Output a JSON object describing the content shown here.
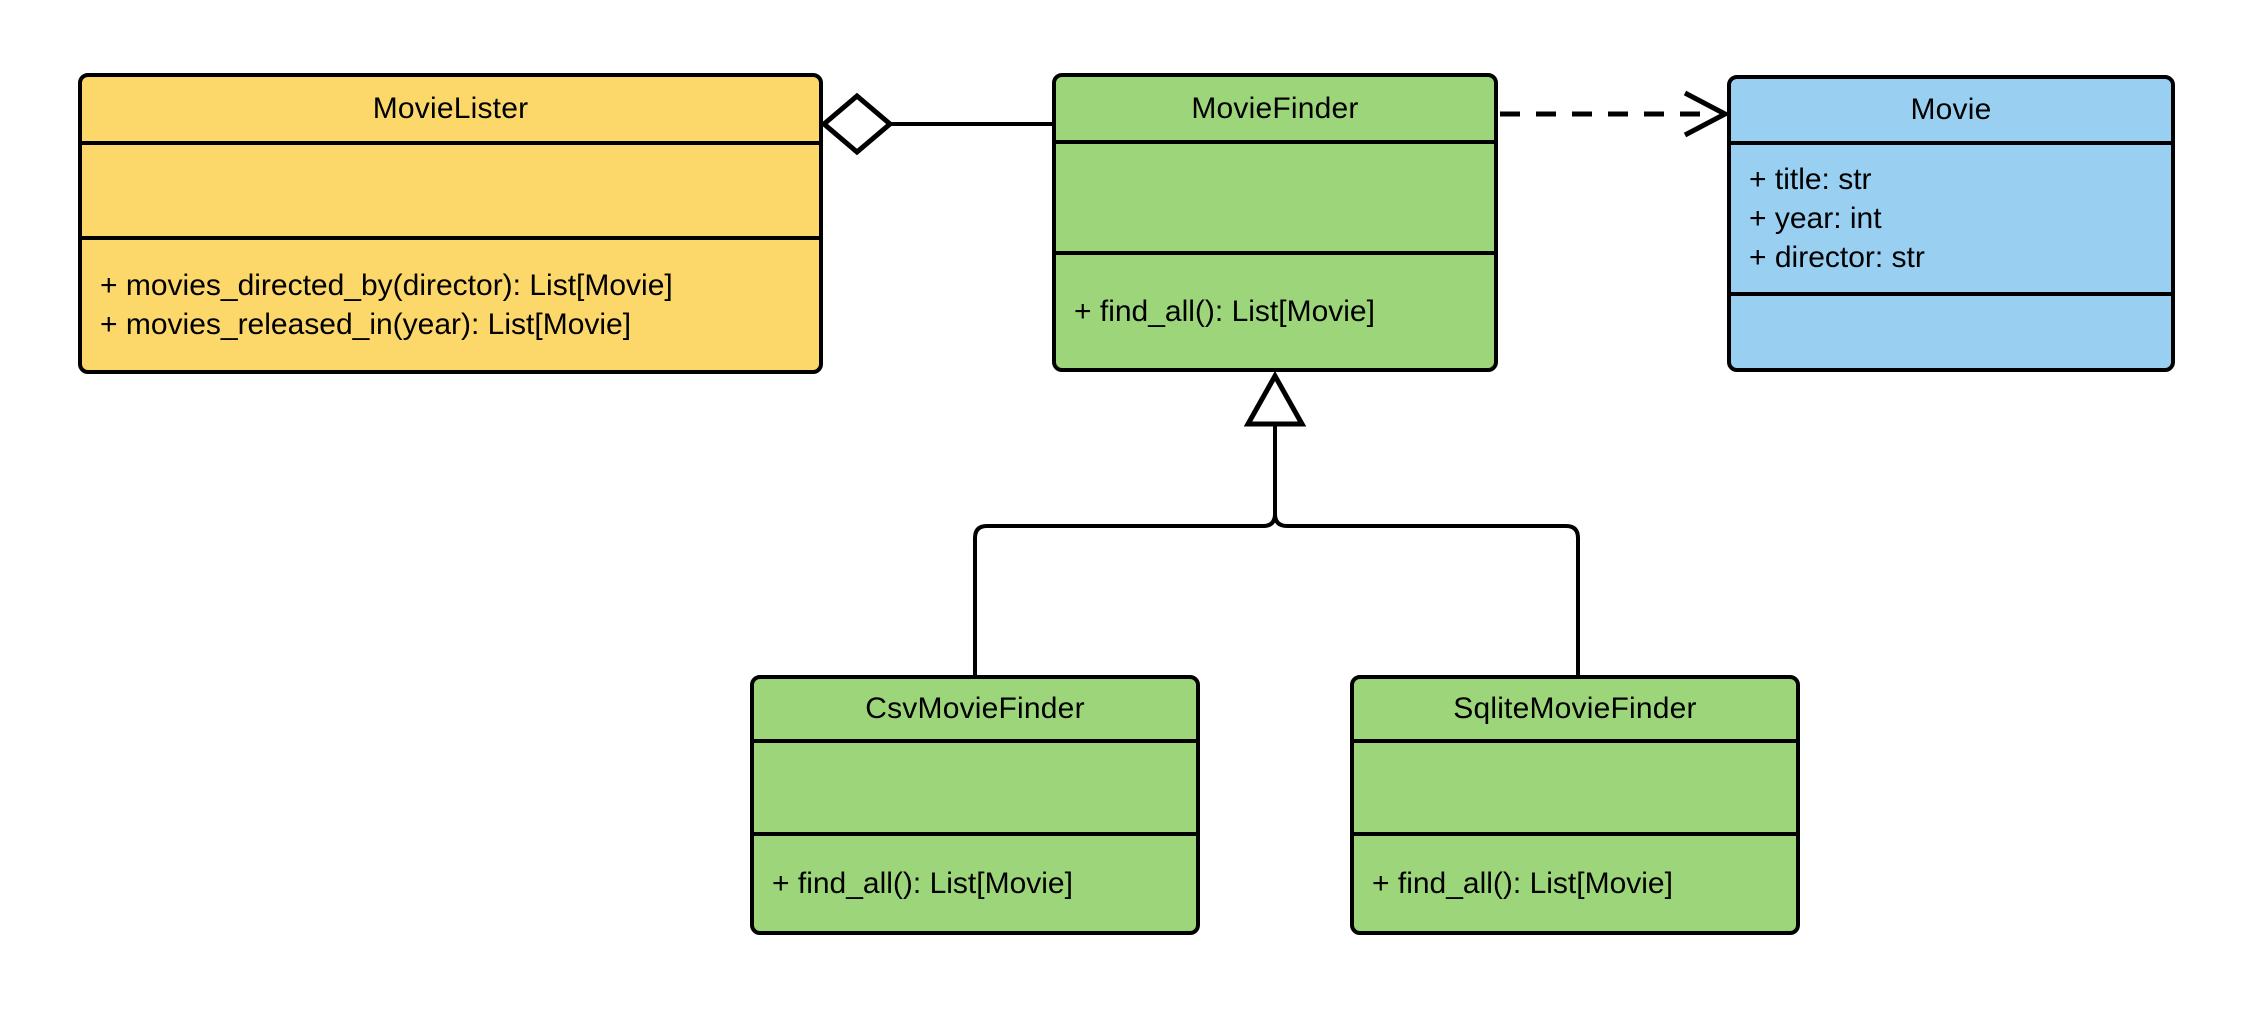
{
  "diagram": {
    "kind": "uml-class-diagram",
    "classes": [
      {
        "id": "movie_lister",
        "name": "MovieLister",
        "attributes": [],
        "methods": [
          "+ movies_directed_by(director): List[Movie]",
          "+ movies_released_in(year): List[Movie]"
        ],
        "fill": "#FCD76A"
      },
      {
        "id": "movie_finder",
        "name": "MovieFinder",
        "attributes": [],
        "methods": [
          "+ find_all(): List[Movie]"
        ],
        "fill": "#9DD67A"
      },
      {
        "id": "movie",
        "name": "Movie",
        "attributes": [
          "+ title: str",
          "+ year: int",
          "+ director: str"
        ],
        "methods": [],
        "fill": "#99D0F2"
      },
      {
        "id": "csv_movie_finder",
        "name": "CsvMovieFinder",
        "attributes": [],
        "methods": [
          "+ find_all(): List[Movie]"
        ],
        "fill": "#9DD67A"
      },
      {
        "id": "sqlite_movie_finder",
        "name": "SqliteMovieFinder",
        "attributes": [],
        "methods": [
          "+ find_all(): List[Movie]"
        ],
        "fill": "#9DD67A"
      }
    ],
    "relationships": [
      {
        "type": "aggregation",
        "owner": "MovieLister",
        "part": "MovieFinder",
        "line": "solid",
        "marker": "hollow-diamond-at-owner"
      },
      {
        "type": "dependency",
        "from": "MovieFinder",
        "to": "Movie",
        "line": "dashed",
        "marker": "open-arrow-at-target"
      },
      {
        "type": "generalization",
        "child": "CsvMovieFinder",
        "parent": "MovieFinder",
        "line": "solid",
        "marker": "hollow-triangle-at-parent"
      },
      {
        "type": "generalization",
        "child": "SqliteMovieFinder",
        "parent": "MovieFinder",
        "line": "solid",
        "marker": "hollow-triangle-at-parent"
      }
    ],
    "colors": {
      "class_yellow": "#FCD76A",
      "class_green": "#9DD67A",
      "class_blue": "#99D0F2",
      "stroke": "#000000",
      "background": "#FFFFFF"
    }
  }
}
